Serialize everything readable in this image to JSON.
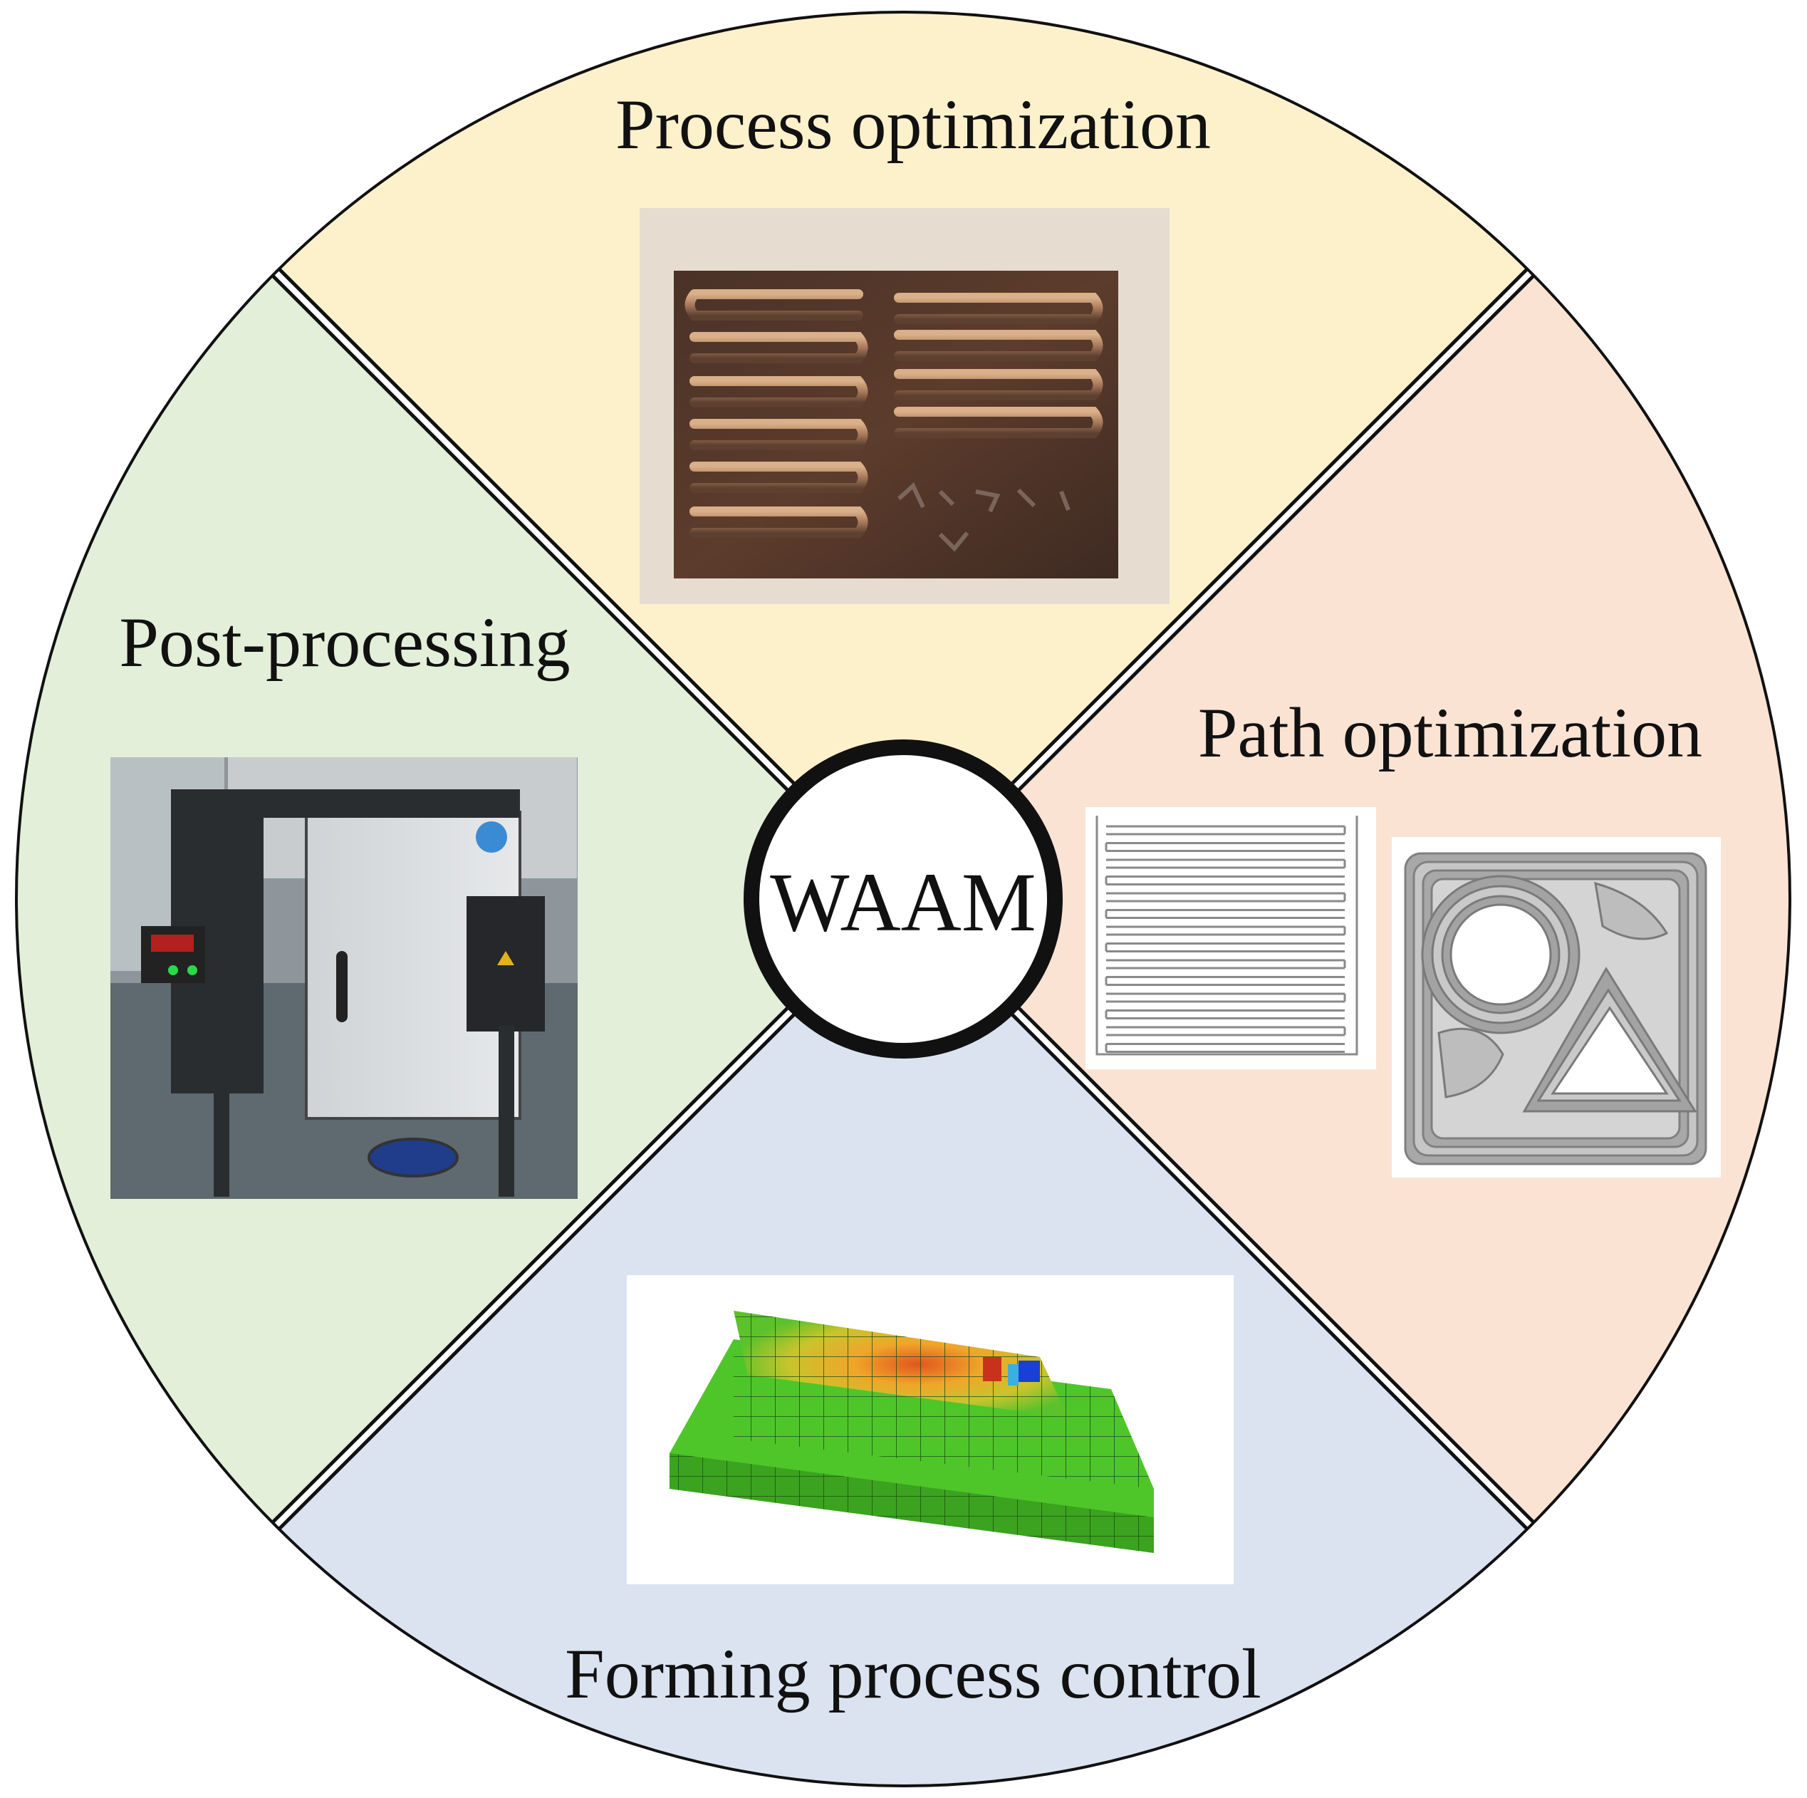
{
  "center": {
    "label": "WAAM"
  },
  "quadrants": {
    "top": {
      "label": "Process optimization",
      "color": "#fdf1cc"
    },
    "right": {
      "label": "Path optimization",
      "color": "#fbe3d4"
    },
    "bottom": {
      "label": "Forming process control",
      "color": "#dbe3f1"
    },
    "left": {
      "label": "Post-processing",
      "color": "#e3efd9"
    }
  },
  "images": {
    "top": "photo of steel plate with parallel weld bead tracks",
    "right_a": "zigzag raster deposition path",
    "right_b": "contour-offset deposition path around circular and triangular holes",
    "bottom": "finite element mesh with temperature contour along a weld bead",
    "left": "photo of heat-treatment furnace with controller"
  }
}
